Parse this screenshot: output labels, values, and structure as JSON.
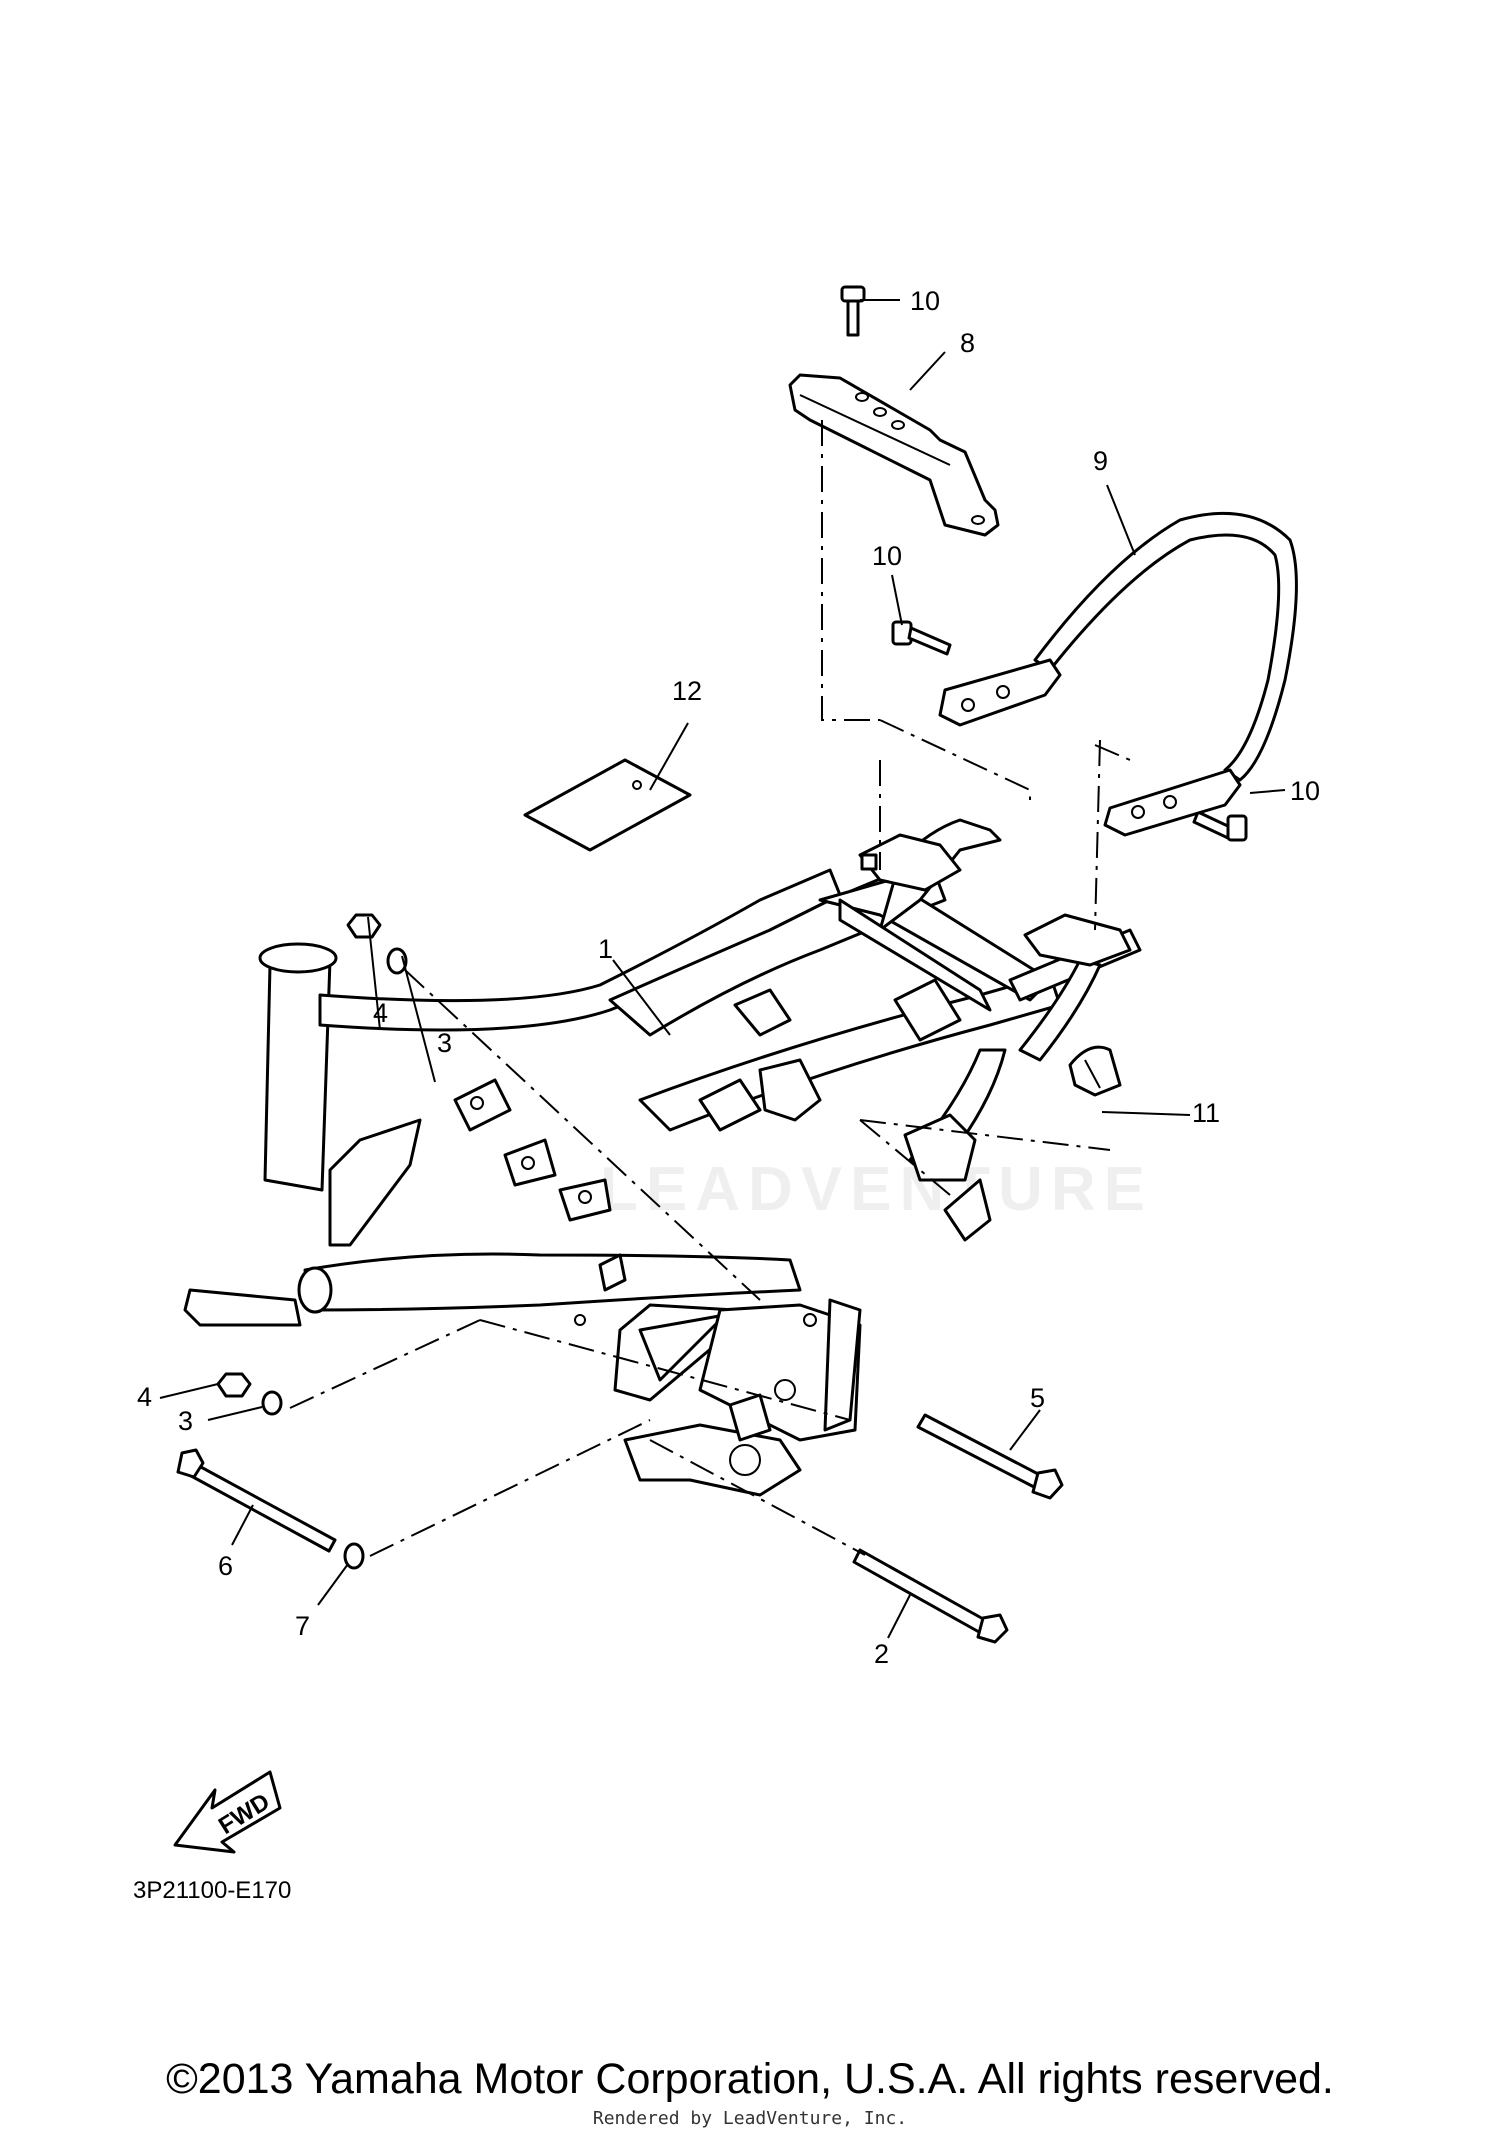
{
  "diagram": {
    "callouts": {
      "c1": "1",
      "c2": "2",
      "c3a": "3",
      "c3b": "3",
      "c4a": "4",
      "c4b": "4",
      "c5": "5",
      "c6": "6",
      "c7": "7",
      "c8": "8",
      "c9": "9",
      "c10a": "10",
      "c10b": "10",
      "c10c": "10",
      "c11": "11",
      "c12": "12"
    },
    "fwd_label": "FWD",
    "diagram_code": "3P21100-E170",
    "watermark": "LEADVENTURE"
  },
  "footer": {
    "copyright": "©2013 Yamaha Motor Corporation, U.S.A. All rights reserved.",
    "rendered_by": "Rendered by LeadVenture, Inc."
  }
}
